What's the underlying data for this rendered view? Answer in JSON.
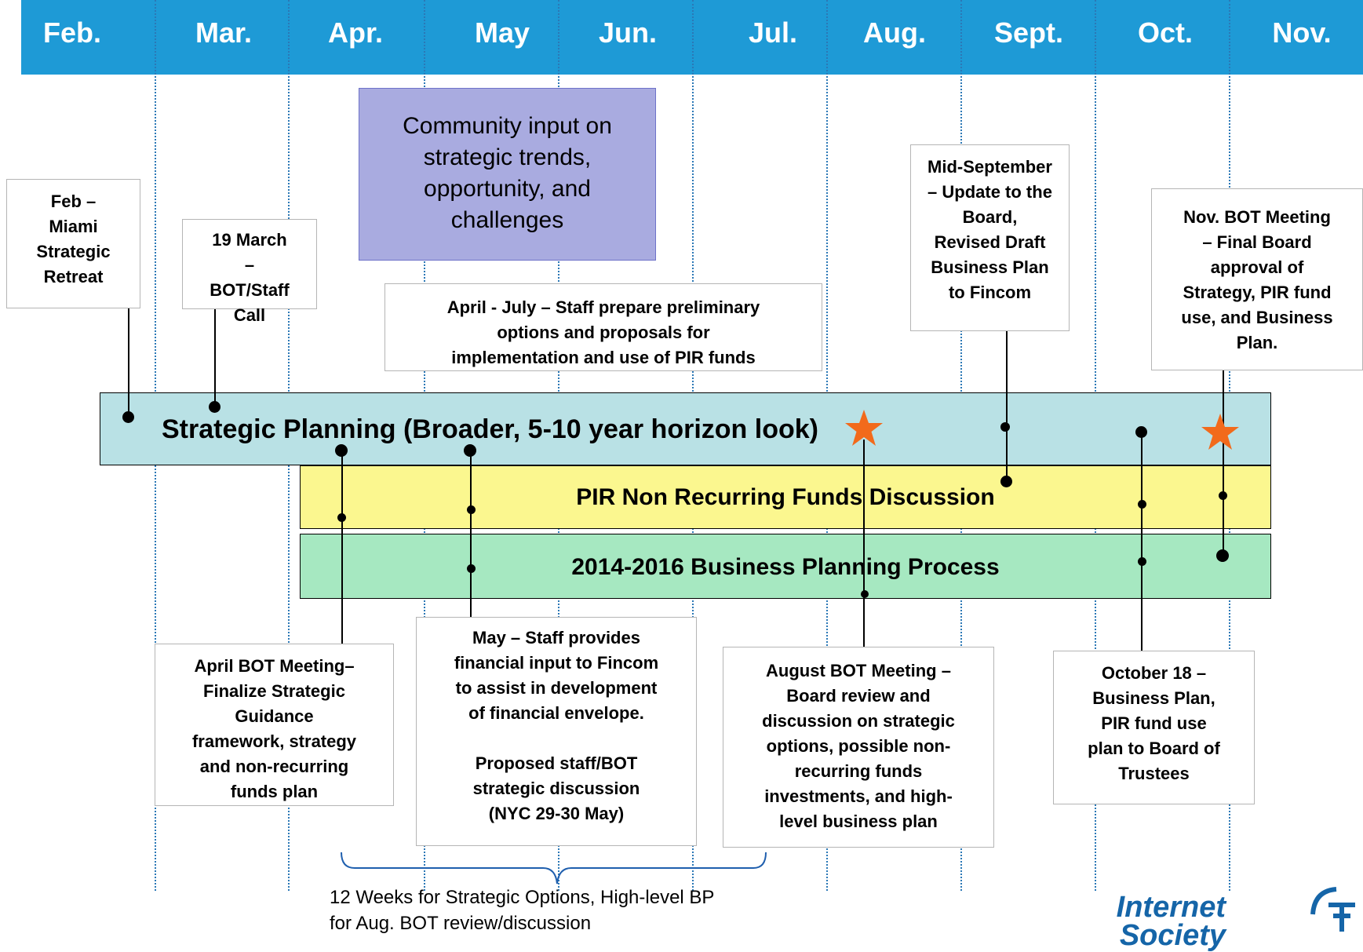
{
  "header": {
    "months": [
      "Feb.",
      "Mar.",
      "Apr.",
      "May",
      "Jun.",
      "Jul.",
      "Aug.",
      "Sept.",
      "Oct.",
      "Nov."
    ]
  },
  "bands": {
    "strategic": "Strategic Planning (Broader, 5-10 year horizon look)",
    "pir": "PIR Non Recurring Funds Discussion",
    "business": "2014-2016 Business Planning Process"
  },
  "boxes": {
    "feb": "Feb –\nMiami\nStrategic\nRetreat",
    "march": "19 March\n–\nBOT/Staff\nCall",
    "community": "Community input on\nstrategic trends,\nopportunity, and\nchallenges",
    "april_july": "April - July – Staff prepare preliminary\noptions and proposals for\nimplementation and use of PIR funds",
    "mid_sept": "Mid-September\n– Update to the\nBoard,\nRevised Draft\nBusiness Plan\nto Fincom",
    "nov": "Nov. BOT Meeting\n– Final Board\napproval of\nStrategy, PIR fund\nuse, and Business\nPlan.",
    "april_bot": "April BOT Meeting–\nFinalize Strategic\nGuidance\nframework, strategy\nand non-recurring\nfunds  plan",
    "may": "May – Staff provides\nfinancial input to Fincom\nto assist in development\nof financial envelope.\n\nProposed staff/BOT\nstrategic discussion\n(NYC 29-30 May)",
    "august": "August BOT Meeting –\nBoard review and\ndiscussion on strategic\noptions, possible non-\nrecurring funds\ninvestments, and high-\nlevel business plan",
    "october": "October 18 –\nBusiness Plan,\nPIR fund use\nplan to Board of\nTrustees"
  },
  "bracket": {
    "label": "12 Weeks for Strategic Options, High-level BP\nfor Aug. BOT review/discussion"
  },
  "logo": {
    "text": "Internet\nSociety",
    "color": "#1565a8"
  },
  "colors": {
    "header": "#1e9ad6",
    "strategic_band": "#b9e1e5",
    "pir_band": "#fbf78f",
    "business_band": "#a6e8c1",
    "community_box": "#a9abe0",
    "star": "#f26a1b"
  }
}
